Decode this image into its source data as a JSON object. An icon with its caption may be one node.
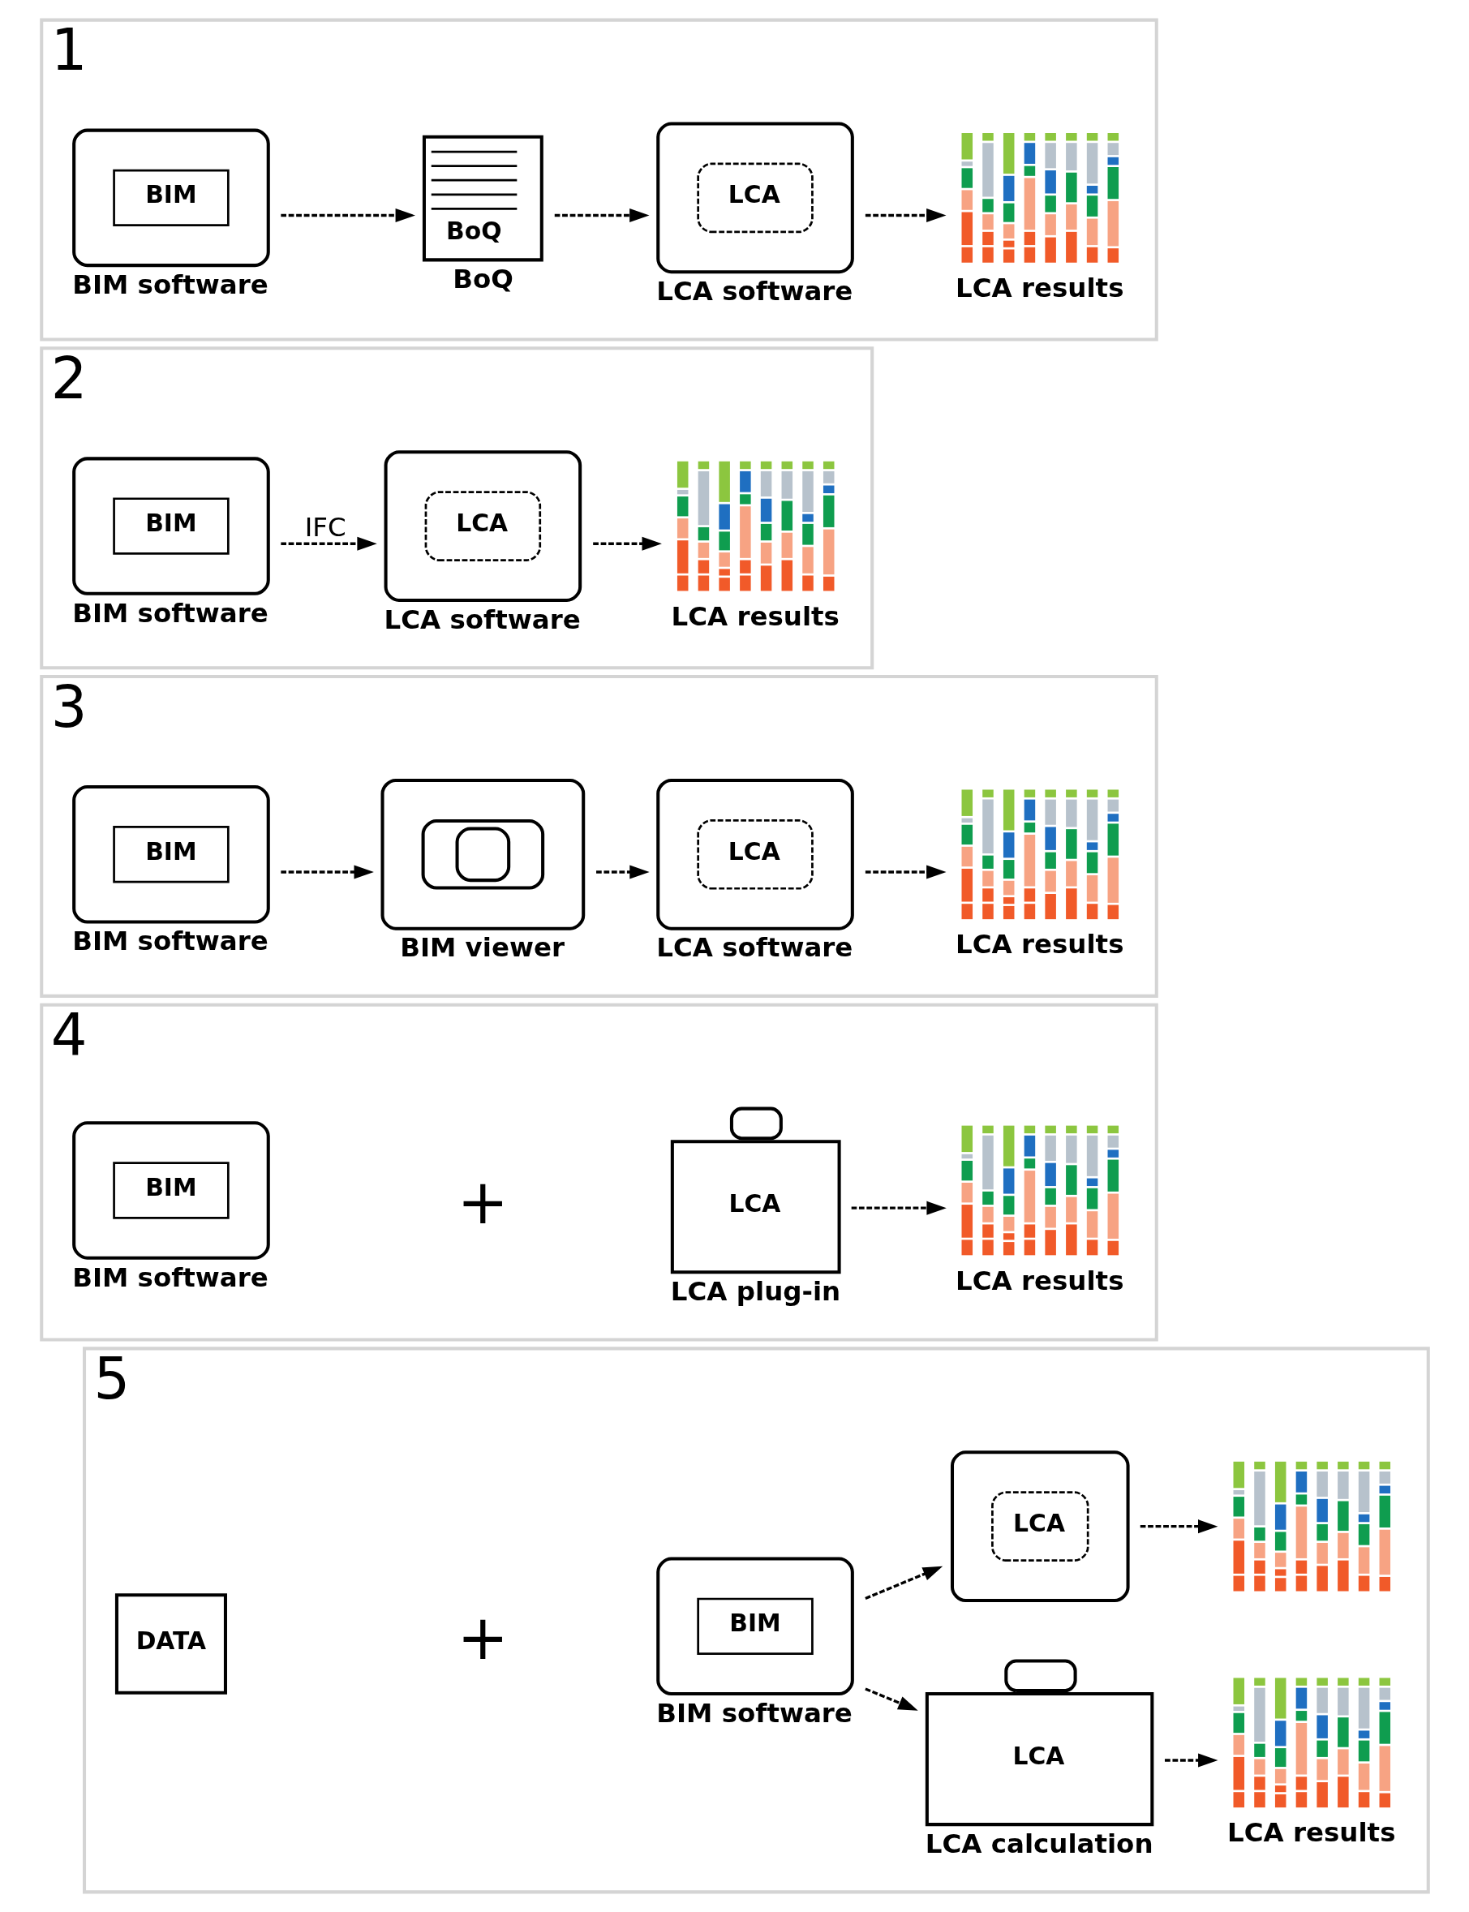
{
  "diagram": {
    "nodes": [
      {
        "text": [
          "1"
        ]
      },
      {
        "text": [
          "BIM",
          "BIM software"
        ],
        "in": 0
      },
      {
        "text": [
          "BoQ",
          "BoQ"
        ],
        "in": 0
      },
      {
        "text": [
          "LCA",
          "LCA software"
        ],
        "in": 0
      },
      {
        "text": [
          "LCA results"
        ],
        "in": 0
      },
      {
        "text": [
          "2"
        ]
      },
      {
        "text": [
          "BIM",
          "BIM software"
        ],
        "in": 5
      },
      {
        "text": [
          "LCA",
          "LCA software"
        ],
        "in": 5
      },
      {
        "text": [
          "LCA results"
        ],
        "in": 5
      },
      {
        "text": [
          "3"
        ]
      },
      {
        "text": [
          "BIM",
          "BIM software"
        ],
        "in": 9
      },
      {
        "text": [
          "BIM viewer"
        ],
        "in": 9
      },
      {
        "text": [
          "LCA",
          "LCA software"
        ],
        "in": 9
      },
      {
        "text": [
          "LCA results"
        ],
        "in": 9
      },
      {
        "text": [
          "4"
        ]
      },
      {
        "text": [
          "BIM",
          "BIM software"
        ],
        "in": 14
      },
      {
        "text": [
          "LCA",
          "LCA plug-in"
        ],
        "in": 14
      },
      {
        "text": [
          "LCA results"
        ],
        "in": 14
      },
      {
        "text": [
          "5"
        ]
      },
      {
        "text": [
          "DATA"
        ],
        "in": 18
      },
      {
        "text": [
          "BIM",
          "BIM software"
        ],
        "in": 18
      },
      {
        "text": [
          "LCA"
        ],
        "in": 18
      },
      {
        "text": [
          "LCA",
          "LCA calculation"
        ],
        "in": 18
      },
      {
        "text": [],
        "shape": "bar",
        "in": 18
      },
      {
        "text": [
          "LCA results"
        ],
        "in": 18
      }
    ],
    "edges": [
      {
        "from": 1,
        "to": 2,
        "arrow": "to",
        "style": "dashed"
      },
      {
        "from": 2,
        "to": 3,
        "arrow": "to",
        "style": "dashed"
      },
      {
        "from": 3,
        "to": 4,
        "arrow": "to",
        "style": "dashed"
      },
      {
        "from": 6,
        "to": 7,
        "arrow": "to",
        "style": "dashed",
        "label": "IFC"
      },
      {
        "from": 7,
        "to": 8,
        "arrow": "to",
        "style": "dashed"
      },
      {
        "from": 10,
        "to": 11,
        "arrow": "to",
        "style": "dashed"
      },
      {
        "from": 11,
        "to": 12,
        "arrow": "to",
        "style": "dashed"
      },
      {
        "from": 12,
        "to": 13,
        "arrow": "to",
        "style": "dashed"
      },
      {
        "from": 16,
        "to": 17,
        "arrow": "to",
        "style": "dashed"
      },
      {
        "from": 20,
        "to": 21,
        "arrow": "to",
        "style": "dashed"
      },
      {
        "from": 20,
        "to": 22,
        "arrow": "to",
        "style": "dashed"
      },
      {
        "from": 21,
        "to": 23,
        "arrow": "to",
        "style": "dashed"
      },
      {
        "from": 22,
        "to": 24,
        "arrow": "to",
        "style": "dashed"
      }
    ],
    "labels": [
      "+",
      "+"
    ]
  }
}
